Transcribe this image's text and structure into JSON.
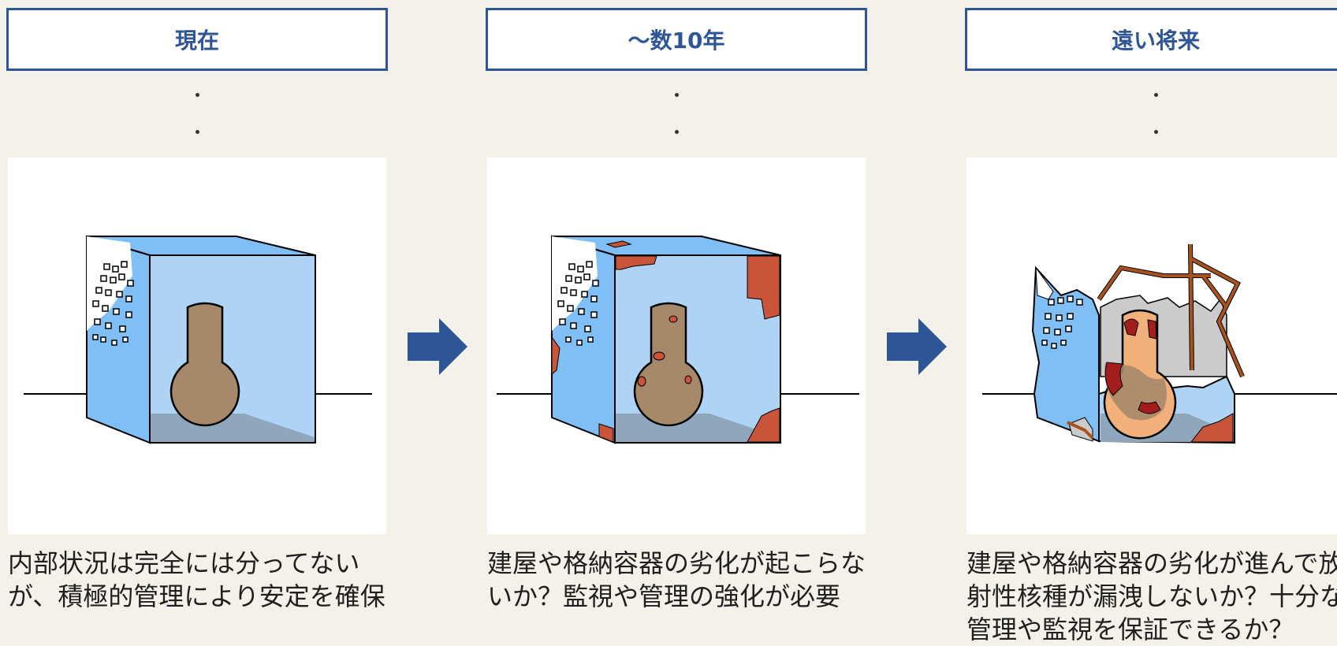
{
  "stages": [
    {
      "title": "現在",
      "description": "内部状況は完全には分ってない\nが、積極的管理により安定を確保"
    },
    {
      "title": "～数10年",
      "description": "建屋や格納容器の劣化が起こらな\nいか？監視や管理の強化が必要"
    },
    {
      "title": "遠い将来",
      "description": "建屋や格納容器の劣化が進んで放\n射性核種が漏洩しないか？十分な\n管理や監視を保証できるか？"
    }
  ],
  "colors": {
    "header_border": "#2d5597",
    "header_text": "#2d5597",
    "arrow": "#2d5597",
    "building_front": "#aed3f5",
    "building_side": "#7fbff5",
    "vessel": "#a6896a",
    "rust": "#c8553a",
    "debris_orange": "#f2b07a",
    "damage_red": "#a41d1d",
    "rubble_gray": "#cbcbcb",
    "beam_brown": "#a8531d"
  },
  "icons": [
    "arrow-right-icon",
    "arrow-right-icon"
  ]
}
